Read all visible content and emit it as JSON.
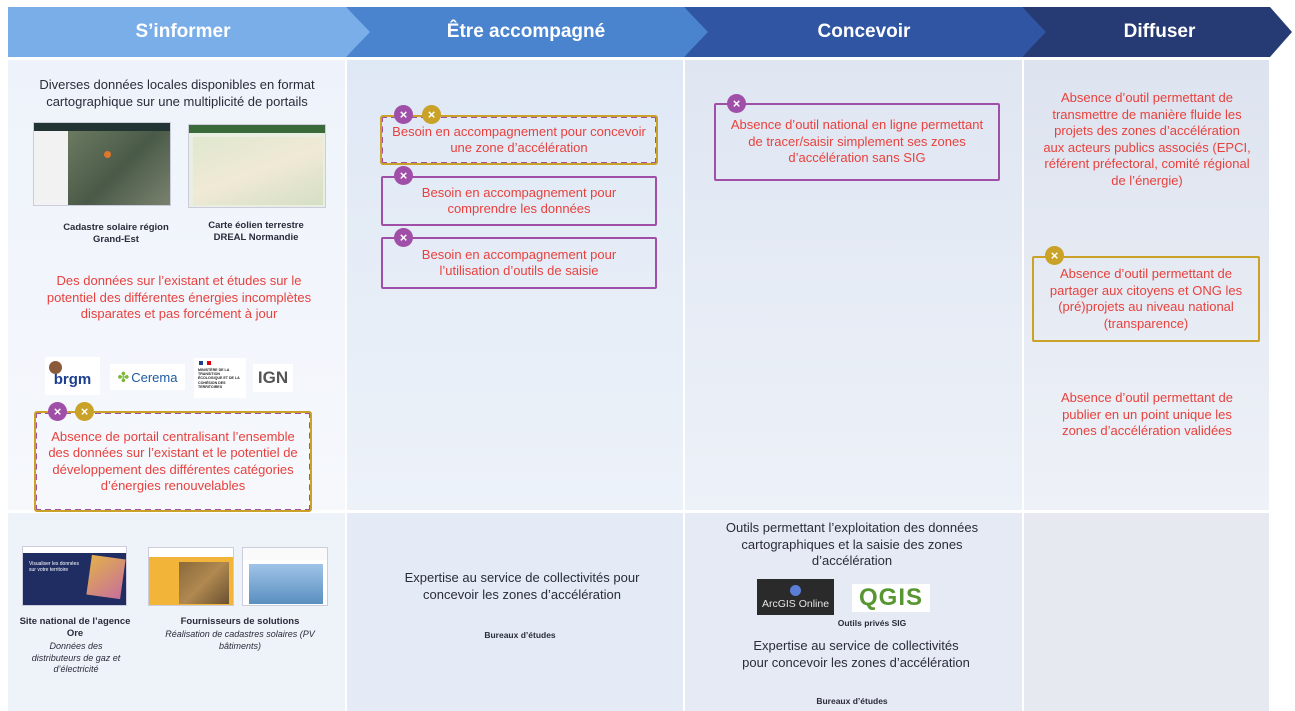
{
  "header": {
    "steps": [
      {
        "label": "S’informer",
        "color": "#79aee8"
      },
      {
        "label": "Être accompagné",
        "color": "#4a84cf"
      },
      {
        "label": "Concevoir",
        "color": "#2f55a3"
      },
      {
        "label": "Diffuser",
        "color": "#263a73"
      }
    ]
  },
  "informer": {
    "intro": "Diverses données locales disponibles en format cartographique sur une multiplicité de portails",
    "map1_caption": "Cadastre solaire région Grand-Est",
    "map2_caption": "Carte éolien terrestre DREAL Normandie",
    "data_issue": "Des données sur l’existant et études sur le potentiel des différentes énergies incomplètes disparates et pas forcément à jour",
    "logos": {
      "brgm": "brgm",
      "cerema": "Cerema",
      "ministere": "MINISTÈRE DE LA TRANSITION ÉCOLOGIQUE ET DE LA COHÉSION DES TERRITOIRES",
      "ign": "IGN"
    },
    "portal_issue": "Absence de portail centralisant l’ensemble des données sur l’existant et le potentiel de développement des différentes catégories d’énergies renouvelables"
  },
  "accompagne": {
    "box1": "Besoin en accompagnement pour concevoir une zone d’accélération",
    "box2": "Besoin en accompagnement pour comprendre les données",
    "box3": "Besoin en accompagnement pour l’utilisation d’outils de saisie"
  },
  "concevoir": {
    "box1": "Absence d’outil national en ligne permettant de tracer/saisir simplement ses zones d’accélération sans SIG"
  },
  "diffuser": {
    "text1": "Absence d’outil permettant de transmettre de manière fluide les projets des zones d’accélération aux acteurs publics associés (EPCI, référent préfectoral, comité régional de l’énergie)",
    "box1": "Absence d’outil permettant de partager aux citoyens et ONG les (pré)projets au niveau national (transparence)",
    "text2": "Absence d’outil permettant de publier en un point unique les zones d’accélération validées"
  },
  "bottom": {
    "informer": {
      "ore_title": "Site national de l’agence Ore",
      "ore_sub": "Données des distributeurs de gaz et d’électricité",
      "fourn_title": "Fournisseurs de solutions",
      "fourn_sub": "Réalisation de cadastres solaires  (PV bâtiments)",
      "ore_screen_text": "Visualiser les données sur votre territoire"
    },
    "accompagne": {
      "text": "Expertise au service de collectivités pour concevoir les zones d’accélération",
      "label": "Bureaux d’études"
    },
    "concevoir": {
      "text1": "Outils permettant l’exploitation des données cartographiques et la saisie des zones d’accélération",
      "arcgis": "ArcGIS Online",
      "qgis": "QGIS",
      "outils_label": "Outils privés SIG",
      "text2": "Expertise au service de collectivités pour concevoir les zones d’accélération",
      "label": "Bureaux d’études"
    }
  },
  "marks": {
    "cross": "×"
  }
}
